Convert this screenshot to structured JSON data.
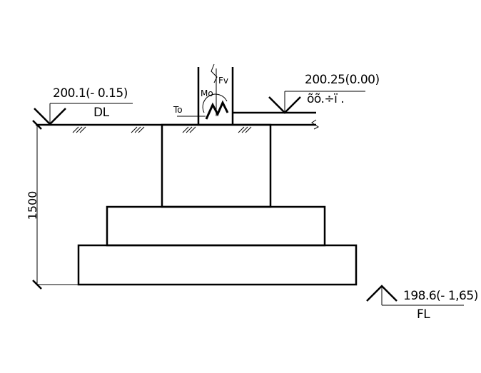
{
  "labels": {
    "dl_elevation": "200.1(- 0.15)",
    "dl_code": "DL",
    "gl_elevation": "200.25(0.00)",
    "gl_code": "õõ.÷ï .",
    "fl_elevation": "198.6(- 1,65)",
    "fl_code": "FL",
    "depth": "1500",
    "axial_force": "Fv",
    "moment": "Mo",
    "shear": "To"
  },
  "colors": {
    "line": "#000000",
    "background": "#ffffff"
  },
  "icons": [
    "elevation-marker-icon",
    "moment-arc-icon",
    "break-line-icon"
  ]
}
